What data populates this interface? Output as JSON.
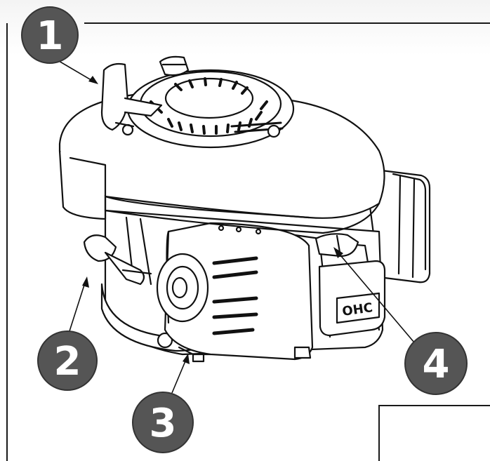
{
  "callouts": [
    {
      "id": "callout-1",
      "number": "1"
    },
    {
      "id": "callout-2",
      "number": "2"
    },
    {
      "id": "callout-3",
      "number": "3"
    },
    {
      "id": "callout-4",
      "number": "4"
    }
  ],
  "engine": {
    "label": "OHC"
  },
  "colors": {
    "badge_fill": "#555555",
    "line": "#111111",
    "frame": "#1a1a1a"
  }
}
